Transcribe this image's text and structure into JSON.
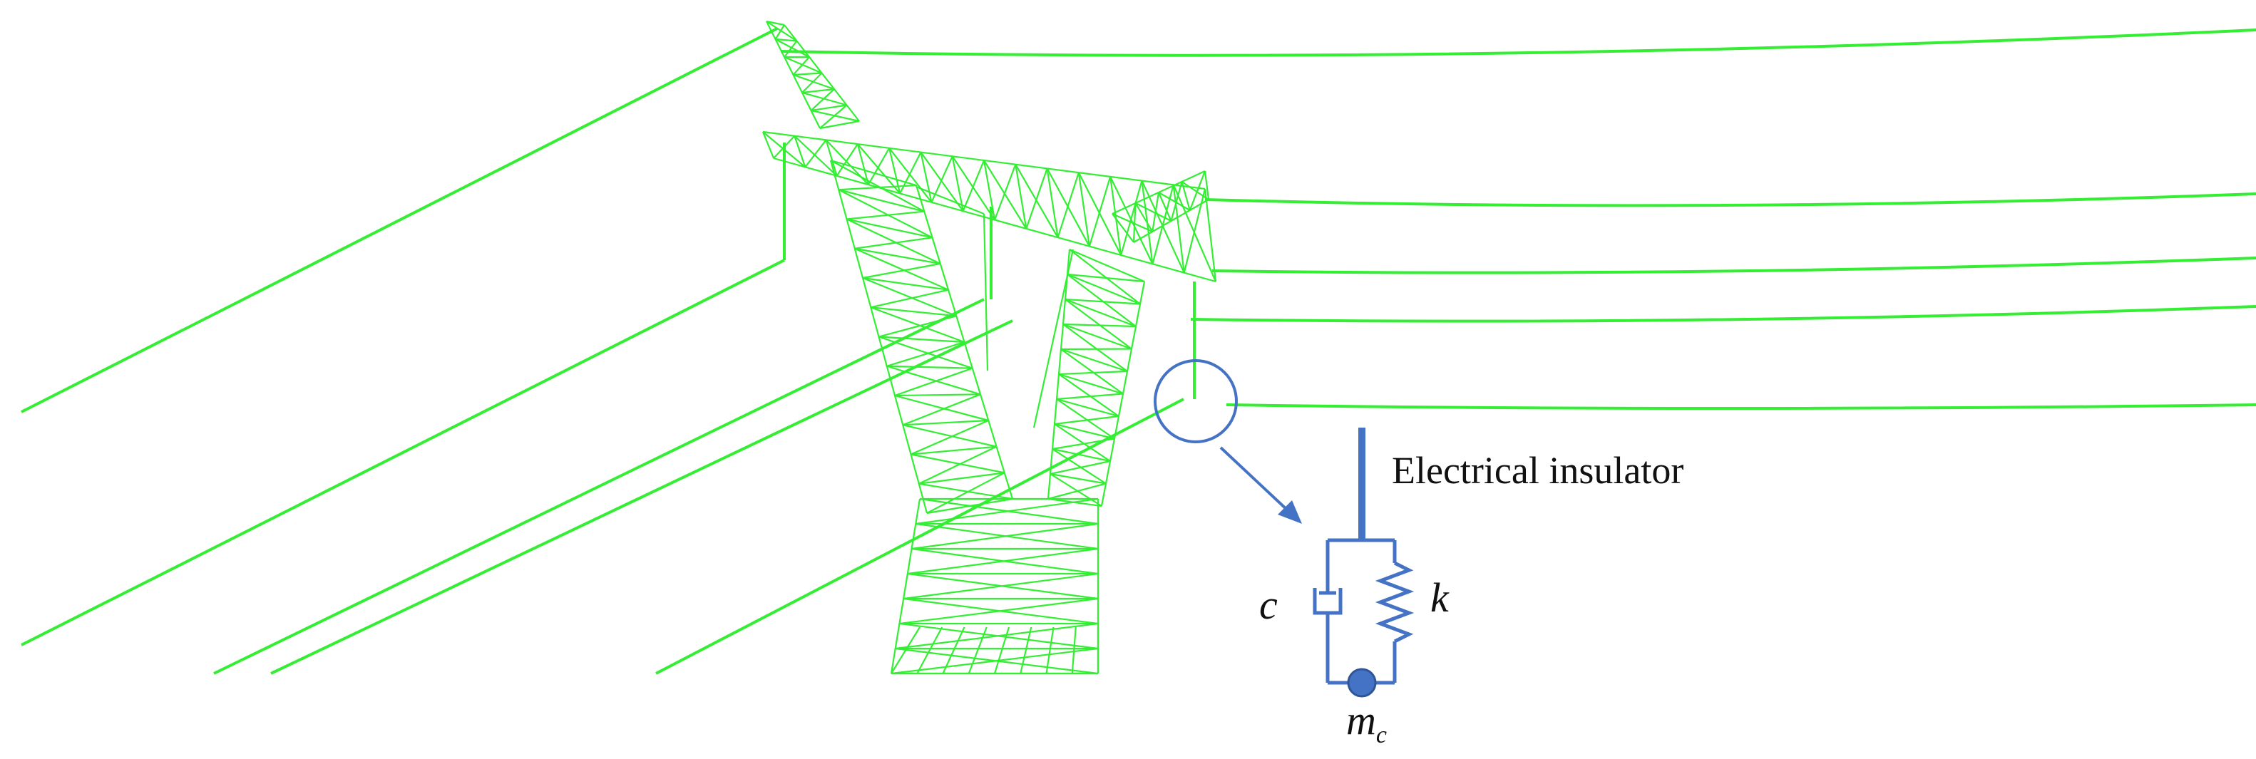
{
  "diagram": {
    "insulator_label": "Electrical insulator",
    "damper_symbol": "c",
    "spring_symbol": "k",
    "mass_symbol": "m",
    "mass_subscript": "c",
    "colors": {
      "tower_mesh": "#33ee33",
      "conductor": "#33ee33",
      "detail": "#4472c4",
      "text": "#111111",
      "background": "#ffffff"
    },
    "icons": [
      "zoom-circle-icon",
      "callout-arrow-icon",
      "damper-icon",
      "spring-icon",
      "mass-icon"
    ]
  }
}
